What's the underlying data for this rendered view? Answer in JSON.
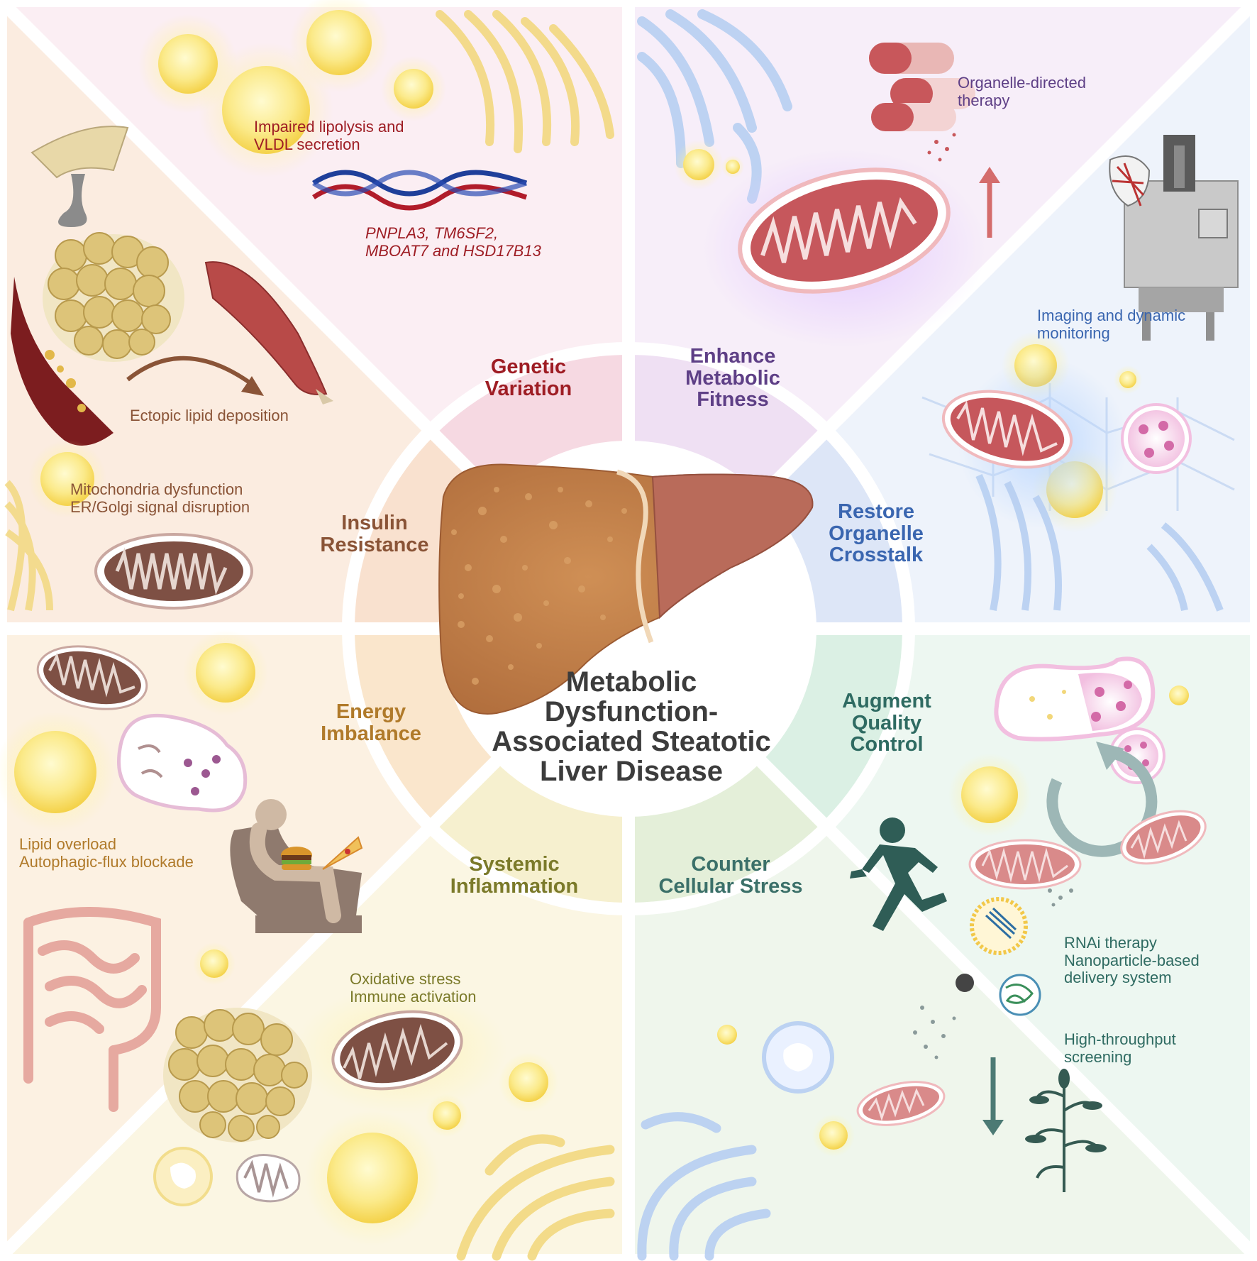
{
  "title": {
    "lines": [
      "Metabolic",
      "Dysfunction-",
      "Associated Steatotic",
      "Liver Disease"
    ]
  },
  "categories": {
    "genetic_variation": {
      "lines": [
        "Genetic",
        "Variation"
      ],
      "color": "#9e1d24"
    },
    "insulin_resistance": {
      "lines": [
        "Insulin",
        "Resistance"
      ],
      "color": "#8a5437"
    },
    "energy_imbalance": {
      "lines": [
        "Energy",
        "Imbalance"
      ],
      "color": "#b07a2a"
    },
    "systemic_inflammation": {
      "lines": [
        "Systemic",
        "Inflammation"
      ],
      "color": "#7b7a2a"
    },
    "enhance_metabolic_fitness": {
      "lines": [
        "Enhance",
        "Metabolic",
        "Fitness"
      ],
      "color": "#5e3f86"
    },
    "restore_organelle_crosstalk": {
      "lines": [
        "Restore",
        "Organelle",
        "Crosstalk"
      ],
      "color": "#3a66b0"
    },
    "augment_quality_control": {
      "lines": [
        "Augment",
        "Quality",
        "Control"
      ],
      "color": "#2f6b62"
    },
    "counter_cellular_stress": {
      "lines": [
        "Counter",
        "Cellular Stress"
      ],
      "color": "#3b7069"
    }
  },
  "annotations": {
    "impaired_lipolysis": {
      "lines": [
        "Impaired lipolysis and",
        "VLDL secretion"
      ],
      "color": "#9e1d24"
    },
    "genes": {
      "lines": [
        "PNPLA3, TM6SF2,",
        "MBOAT7 and HSD17B13"
      ],
      "color": "#9e1d24"
    },
    "ectopic_lipid": {
      "lines": [
        "Ectopic lipid deposition"
      ],
      "color": "#8a5437"
    },
    "mito_dysfunction": {
      "lines": [
        "Mitochondria dysfunction",
        "ER/Golgi signal disruption"
      ],
      "color": "#8a5437"
    },
    "lipid_overload": {
      "lines": [
        "Lipid overload",
        "Autophagic-flux blockade"
      ],
      "color": "#b07a2a"
    },
    "oxidative_stress": {
      "lines": [
        "Oxidative stress",
        "Immune activation"
      ],
      "color": "#7b7a2a"
    },
    "organelle_therapy": {
      "lines": [
        "Organelle-directed",
        "therapy"
      ],
      "color": "#5e3f86"
    },
    "imaging": {
      "lines": [
        "Imaging and dynamic",
        "monitoring"
      ],
      "color": "#3a66b0"
    },
    "rnai": {
      "lines": [
        "RNAi therapy",
        "Nanoparticle-based",
        "delivery system"
      ],
      "color": "#2f6b62"
    },
    "htscreening": {
      "lines": [
        "High-throughput",
        "screening"
      ],
      "color": "#2f6b62"
    }
  }
}
